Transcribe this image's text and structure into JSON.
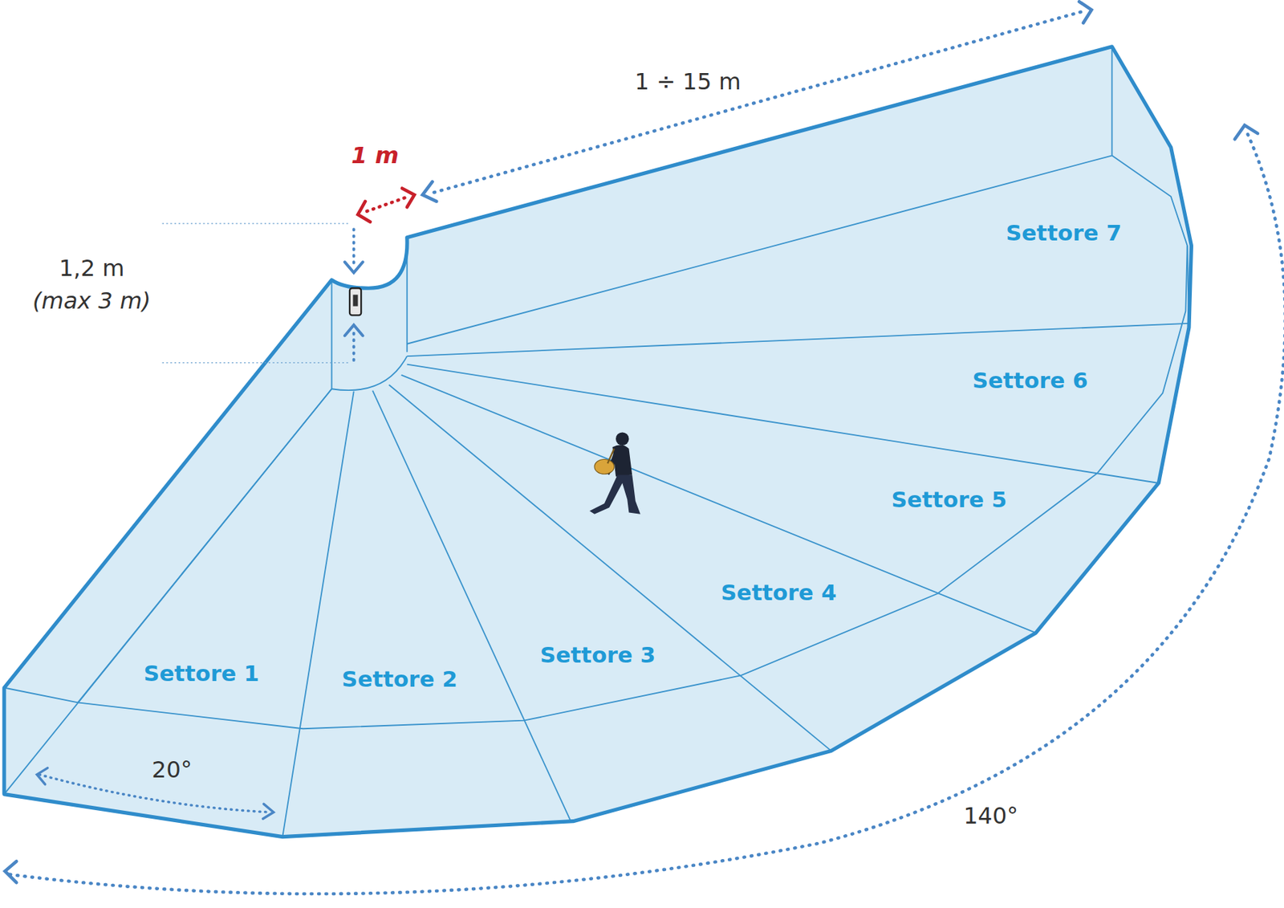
{
  "diagram": {
    "labels": [
      "1 ÷ 15 m",
      "1 m",
      "1,2 m",
      "(max 3 m)",
      "20°",
      "140°",
      "Settore 1",
      "Settore 2",
      "Settore 3",
      "Settore 4",
      "Settore 5",
      "Settore 6",
      "Settore 7"
    ]
  }
}
